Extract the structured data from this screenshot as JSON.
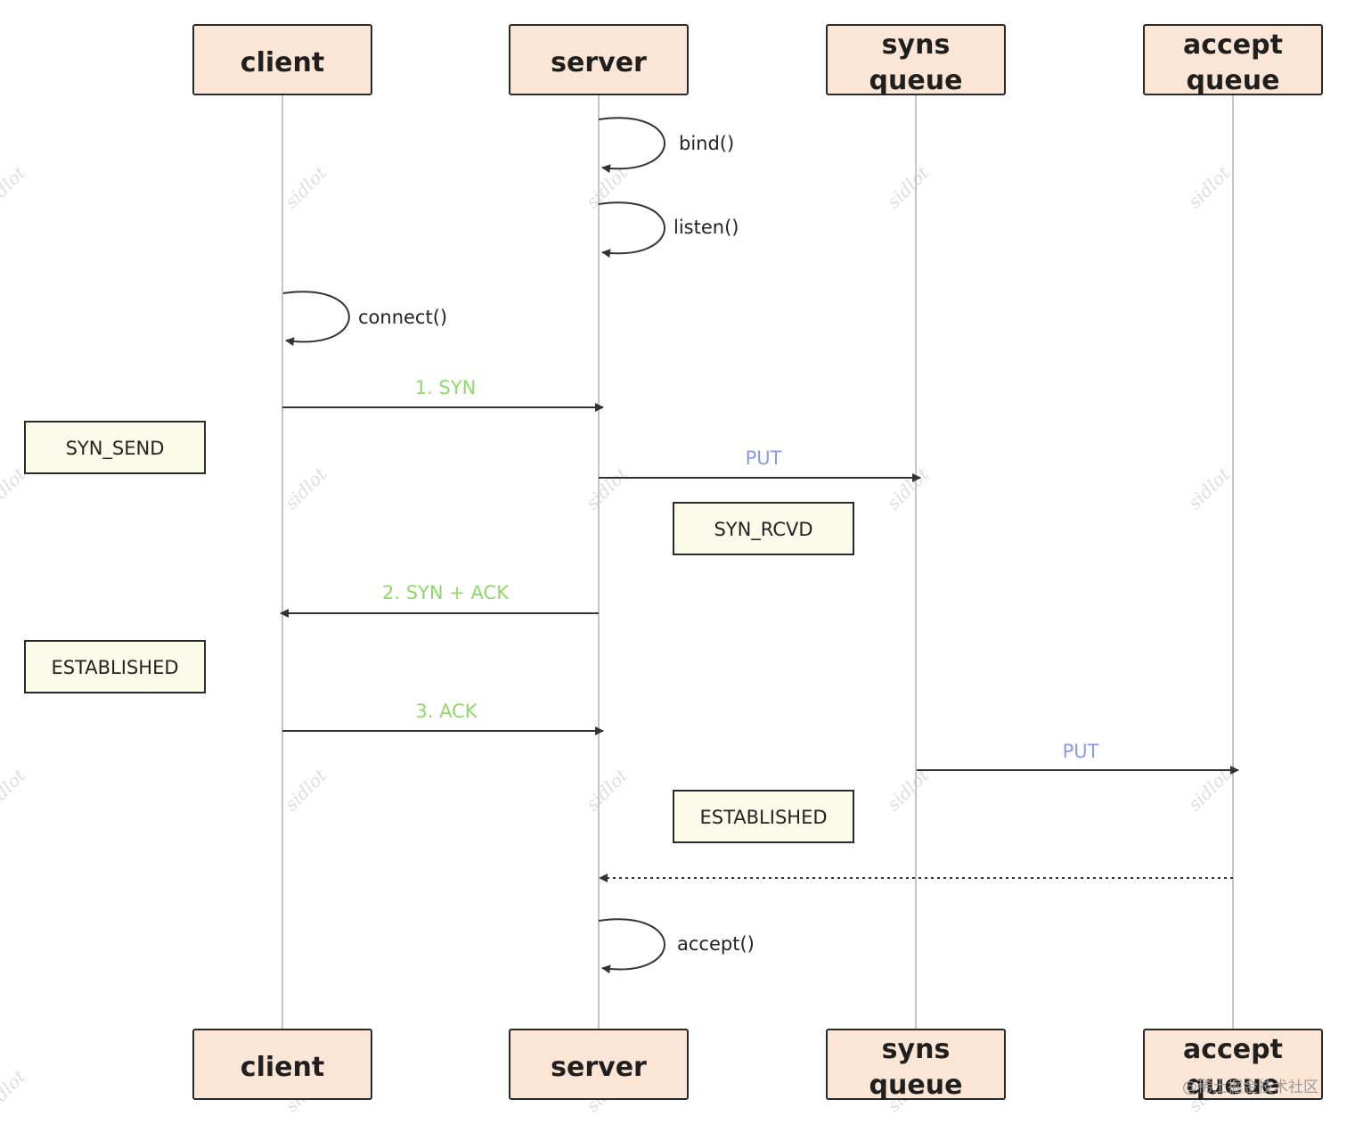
{
  "participants": [
    {
      "id": "client",
      "lines": [
        "client"
      ]
    },
    {
      "id": "server",
      "lines": [
        "server"
      ]
    },
    {
      "id": "syns-queue",
      "lines": [
        "syns",
        "queue"
      ]
    },
    {
      "id": "accept-queue",
      "lines": [
        "accept",
        "queue"
      ]
    }
  ],
  "self_calls": {
    "bind": "bind()",
    "listen": "listen()",
    "connect": "connect()",
    "accept": "accept()"
  },
  "messages": {
    "syn": "1. SYN",
    "put_syns": "PUT",
    "syn_ack": "2. SYN + ACK",
    "ack": "3. ACK",
    "put_accept": "PUT"
  },
  "states": {
    "client_syn_send": "SYN_SEND",
    "server_syn_rcvd": "SYN_RCVD",
    "client_established": "ESTABLISHED",
    "server_established": "ESTABLISHED"
  },
  "watermark": "sidlot",
  "footer_credit": "@稀土掘金技术社区",
  "colors": {
    "participant_fill": "#fbe6d5",
    "state_fill": "#fcfae8",
    "syn_text": "#8fd86a",
    "put_text": "#8c9ae6"
  }
}
